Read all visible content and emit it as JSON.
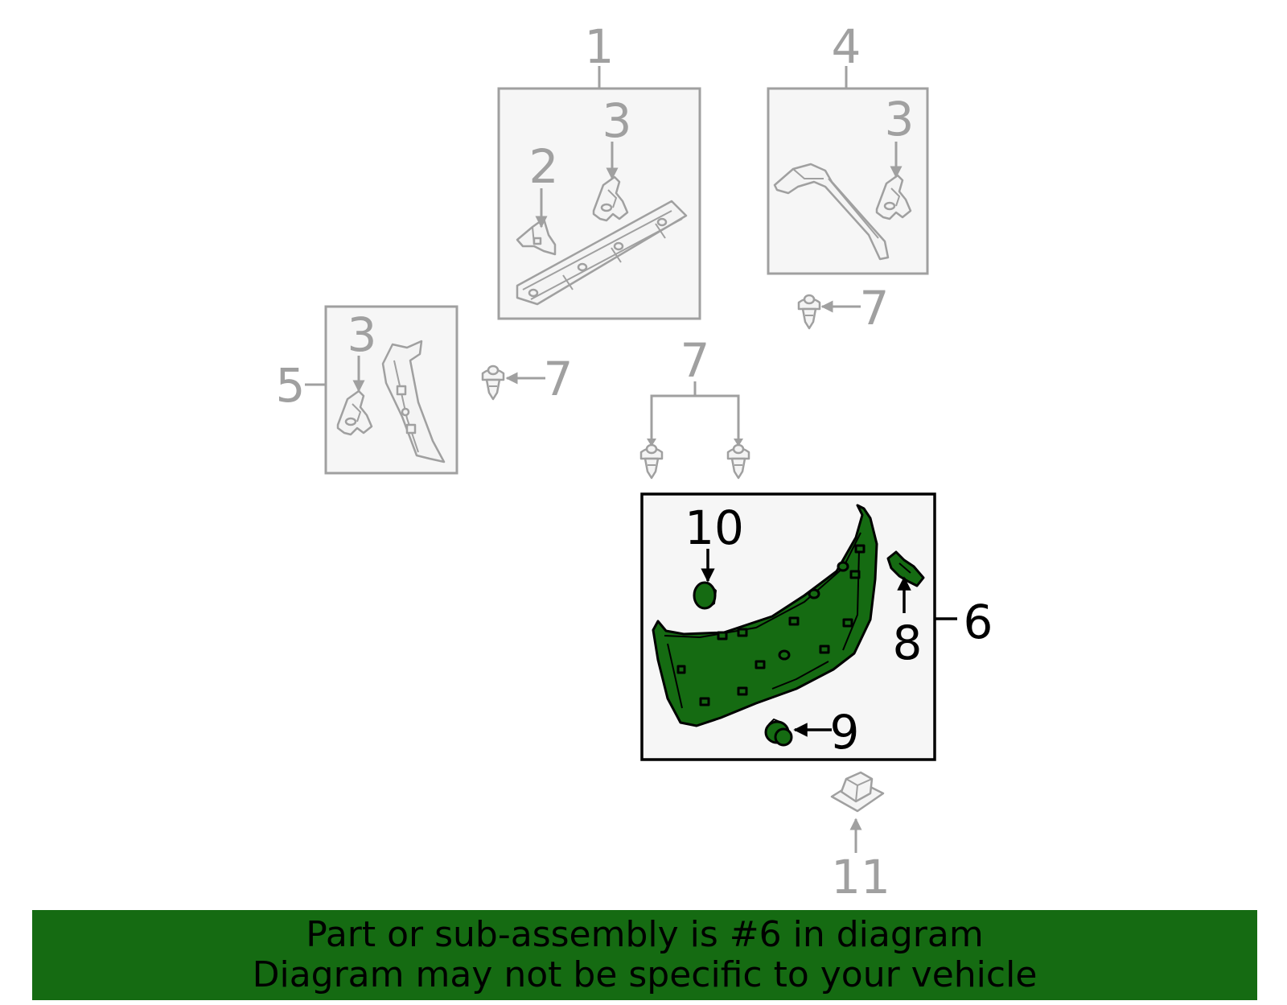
{
  "diagram": {
    "callouts": {
      "part_1": "1",
      "part_2": "2",
      "part_3_a": "3",
      "part_3_b": "3",
      "part_3_c": "3",
      "part_4": "4",
      "part_5": "5",
      "part_6": "6",
      "part_7_a": "7",
      "part_7_b": "7",
      "part_7_c": "7",
      "part_8": "8",
      "part_9": "9",
      "part_10": "10",
      "part_11": "11"
    },
    "highlighted_part": "6"
  },
  "banner": {
    "line1": "Part or sub-assembly is #6 in diagram",
    "line2": "Diagram may not be specific to your vehicle"
  },
  "colors": {
    "highlight_green": "#156b12",
    "banner_green": "#156b12",
    "inactive_grey": "#a0a0a0",
    "box_fill": "#f6f6f6"
  }
}
